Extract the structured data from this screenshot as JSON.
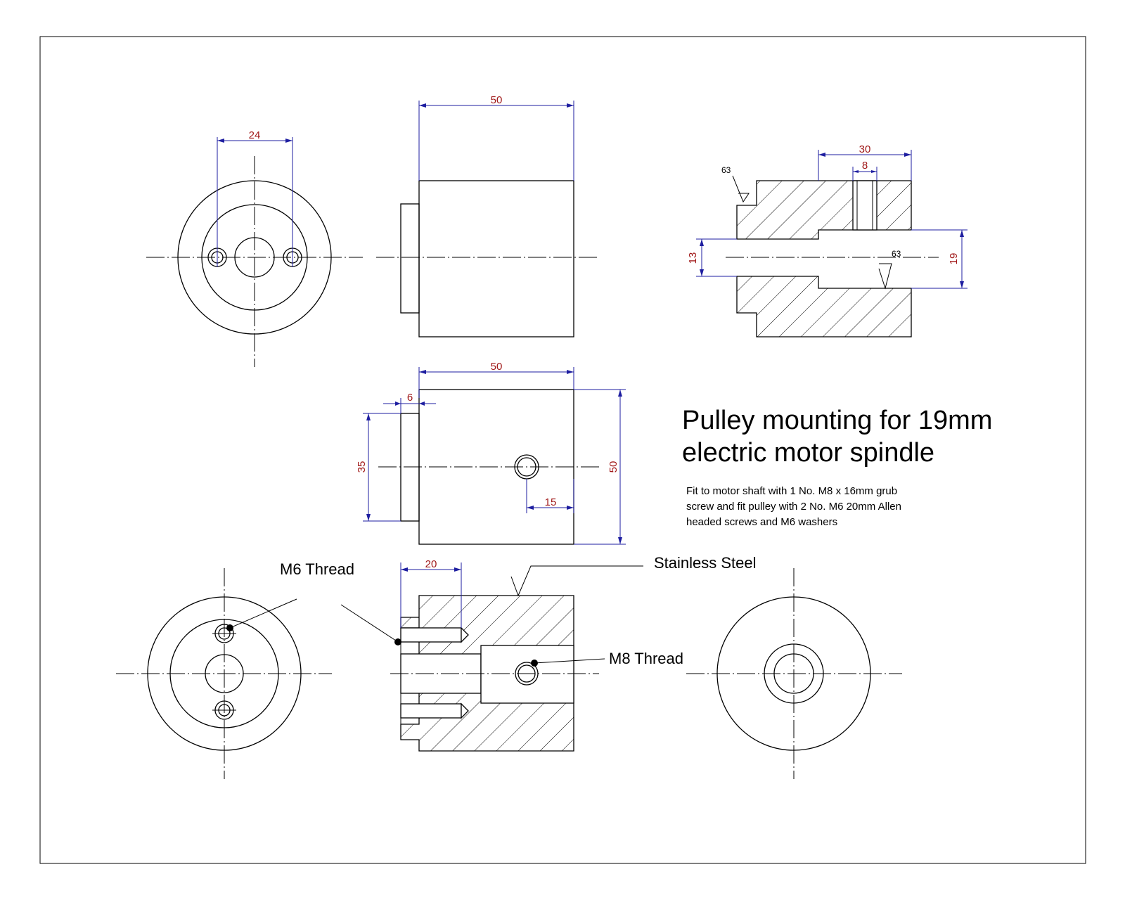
{
  "dimensions": {
    "top_left_pcd": "24",
    "top_side_length": "50",
    "section_length": "30",
    "section_slot": "8",
    "section_bore_small": "13",
    "section_bore_large": "19",
    "surface_finish_1": "63",
    "surface_finish_2": "63",
    "mid_length": "50",
    "mid_step": "6",
    "mid_boss_dia": "35",
    "mid_height": "50",
    "mid_hole_offset": "15",
    "bottom_thread_depth": "20"
  },
  "labels": {
    "m6_thread": "M6 Thread",
    "m8_thread": "M8 Thread",
    "material": "Stainless Steel"
  },
  "title": {
    "line1": "Pulley mounting for 19mm",
    "line2": "electric motor spindle"
  },
  "note": {
    "line1": "Fit to motor shaft with 1 No. M8 x 16mm grub",
    "line2": "screw and fit pulley with 2 No. M6 20mm Allen",
    "line3": "headed screws and M6 washers"
  }
}
